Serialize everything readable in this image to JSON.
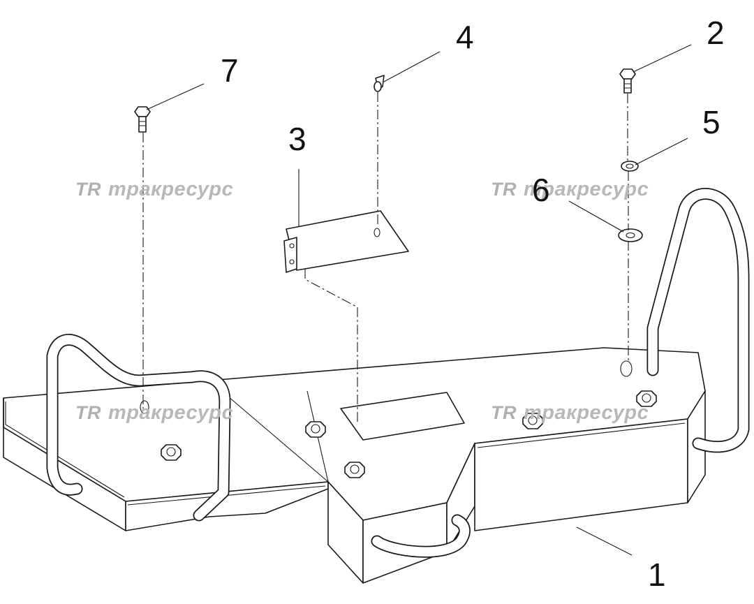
{
  "diagram": {
    "callouts": [
      "1",
      "2",
      "3",
      "4",
      "5",
      "6",
      "7"
    ],
    "watermark": {
      "logo_text": "TR",
      "text": "тракресурс"
    }
  }
}
